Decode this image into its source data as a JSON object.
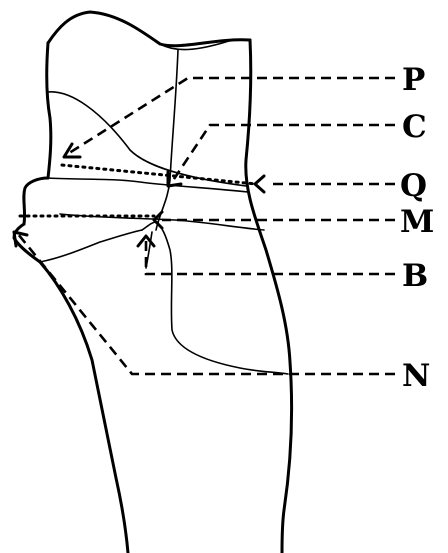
{
  "labels": {
    "p": "P",
    "c": "C",
    "q": "Q",
    "m": "M",
    "b": "B",
    "n": "N"
  },
  "colors": {
    "ink": "#000000",
    "background": "#ffffff"
  }
}
